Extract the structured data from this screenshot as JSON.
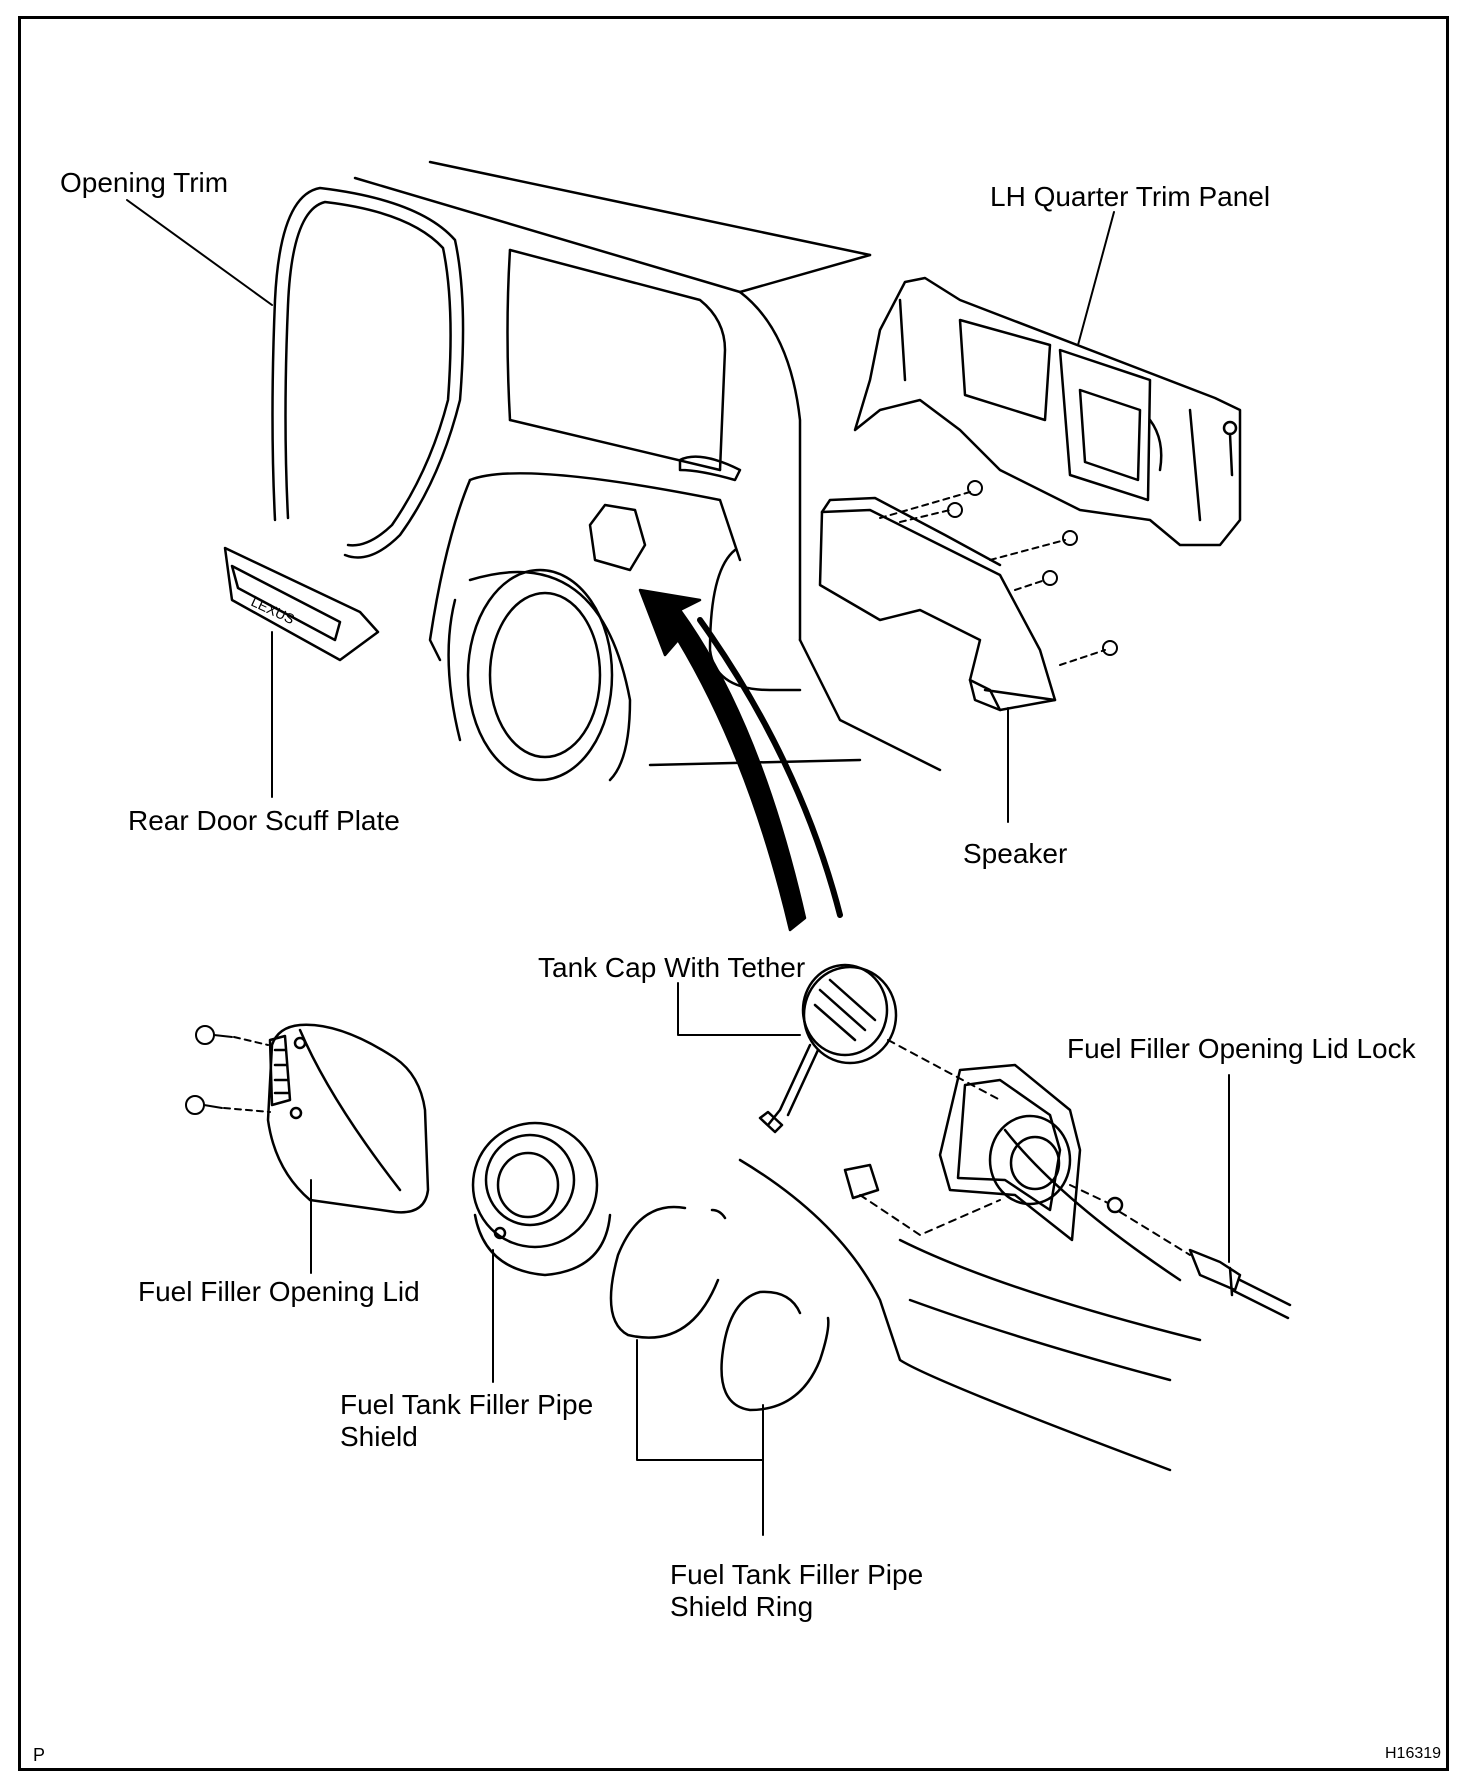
{
  "labels": {
    "opening_trim": "Opening Trim",
    "lh_quarter_trim_panel": "LH Quarter Trim Panel",
    "rear_door_scuff_plate": "Rear Door Scuff Plate",
    "speaker": "Speaker",
    "tank_cap_with_tether": "Tank Cap With Tether",
    "fuel_filler_opening_lid_lock": "Fuel Filler Opening Lid Lock",
    "fuel_filler_opening_lid": "Fuel Filler Opening Lid",
    "fuel_tank_filler_pipe_shield_l1": "Fuel  Tank  Filler  Pipe",
    "fuel_tank_filler_pipe_shield_l2": "Shield",
    "shield_ring_l1": "Fuel  Tank  Filler  Pipe",
    "shield_ring_l2": "Shield Ring"
  },
  "footer": {
    "page_marker": "P",
    "figure_id": "H16319"
  },
  "colors": {
    "ink": "#000000",
    "paper": "#ffffff"
  }
}
